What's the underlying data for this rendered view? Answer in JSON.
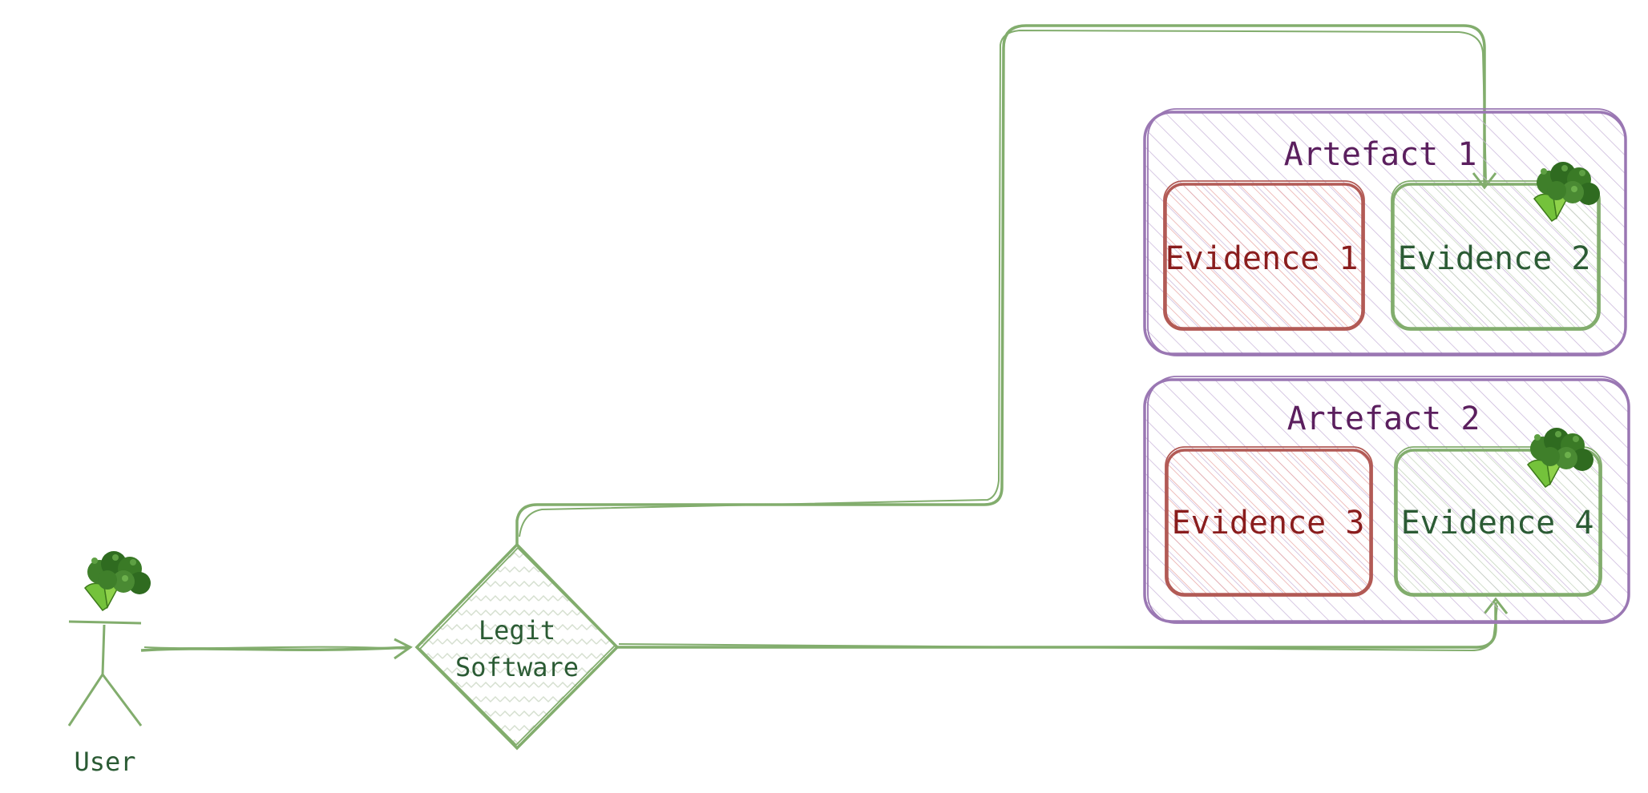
{
  "diagram": {
    "user": {
      "label": "User",
      "badge_icon": "broccoli-icon"
    },
    "software": {
      "label_line1": "Legit",
      "label_line2": "Software"
    },
    "artefacts": [
      {
        "label": "Artefact 1",
        "evidence": [
          {
            "label": "Evidence 1",
            "status": "bad"
          },
          {
            "label": "Evidence 2",
            "status": "good",
            "badge_icon": "broccoli-icon"
          }
        ]
      },
      {
        "label": "Artefact 2",
        "evidence": [
          {
            "label": "Evidence 3",
            "status": "bad"
          },
          {
            "label": "Evidence 4",
            "status": "good",
            "badge_icon": "broccoli-icon"
          }
        ]
      }
    ],
    "edges": [
      {
        "from": "User",
        "to": "Legit Software"
      },
      {
        "from": "Legit Software",
        "to": "Evidence 2"
      },
      {
        "from": "Legit Software",
        "to": "Evidence 4"
      }
    ]
  },
  "colors": {
    "green_stroke": "#82ad6d",
    "purple_stroke": "#9a77b3",
    "red_stroke": "#b25a55",
    "artefact_text": "#5b1f5e",
    "bad_text": "#8a1d1d",
    "good_text": "#2b5b34"
  }
}
